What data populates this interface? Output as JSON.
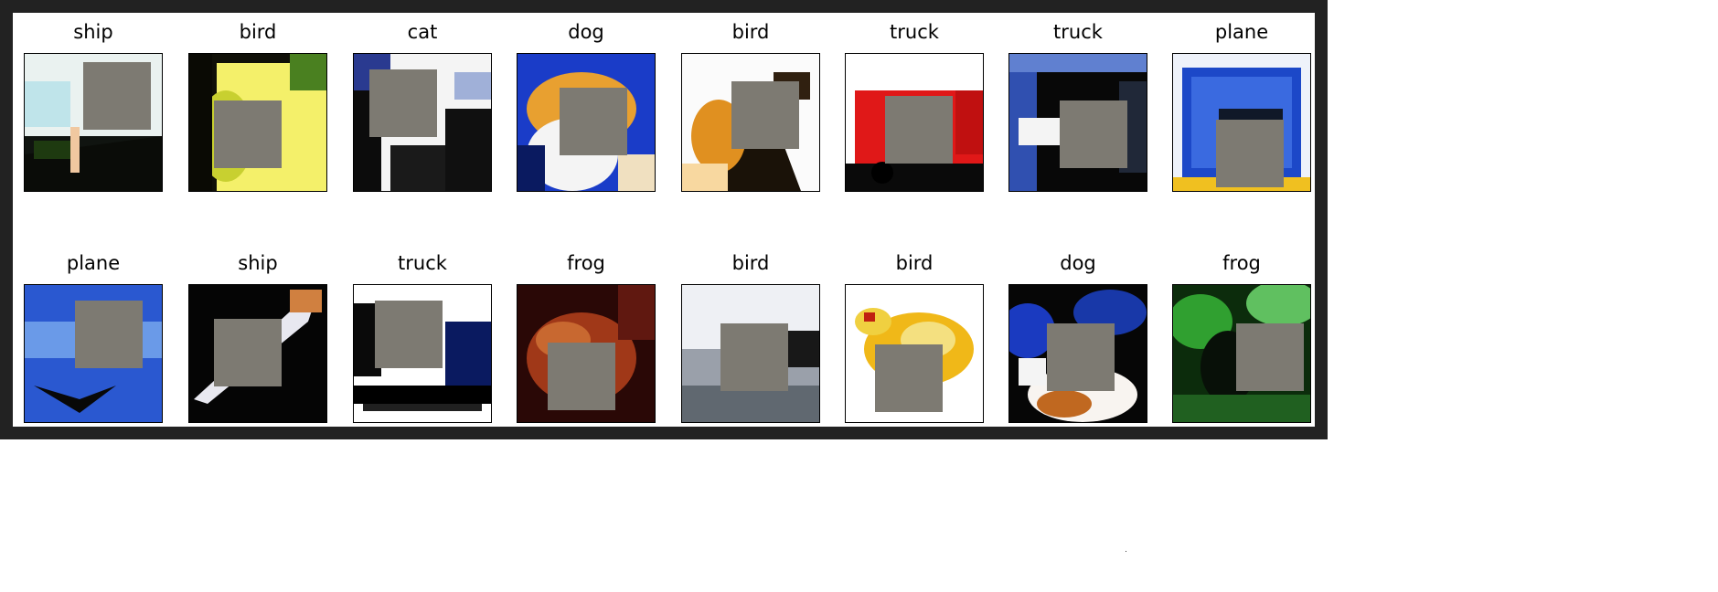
{
  "figure": {
    "rows": [
      {
        "cells": [
          {
            "label": "ship"
          },
          {
            "label": "bird"
          },
          {
            "label": "cat"
          },
          {
            "label": "dog"
          },
          {
            "label": "bird"
          },
          {
            "label": "truck"
          },
          {
            "label": "truck"
          },
          {
            "label": "plane"
          }
        ]
      },
      {
        "cells": [
          {
            "label": "plane"
          },
          {
            "label": "ship"
          },
          {
            "label": "truck"
          },
          {
            "label": "frog"
          },
          {
            "label": "bird"
          },
          {
            "label": "bird"
          },
          {
            "label": "dog"
          },
          {
            "label": "frog"
          }
        ]
      }
    ]
  },
  "colors": {
    "frame": "#222222",
    "mask": "#7d7a72"
  }
}
